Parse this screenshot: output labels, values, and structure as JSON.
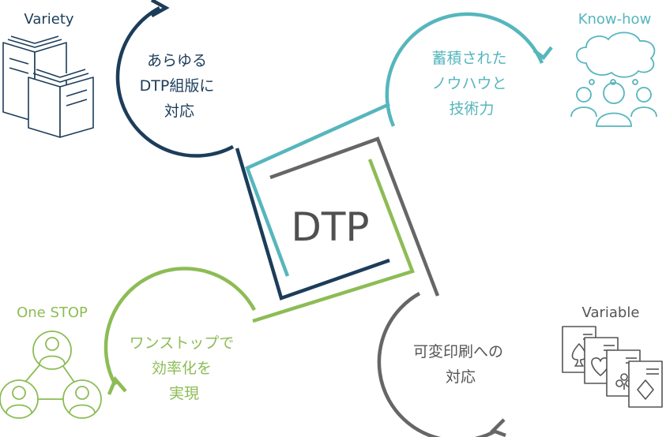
{
  "center": {
    "label": "DTP",
    "color": "#505050"
  },
  "colors": {
    "navy": "#1c3d5a",
    "teal": "#56b6bd",
    "green": "#8dbc55",
    "gray": "#666666"
  },
  "variety": {
    "label": "Variety",
    "icon": "open-books-icon",
    "circle_lines": [
      "あらゆる",
      "DTP組版に",
      "対応"
    ]
  },
  "knowhow": {
    "label": "Know-how",
    "icon": "thought-cloud-people-icon",
    "circle_lines": [
      "蓄積された",
      "ノウハウと",
      "技術力"
    ]
  },
  "onestop": {
    "label": "One STOP",
    "icon": "connected-people-icon",
    "circle_lines": [
      "ワンストップで",
      "効率化を",
      "実現"
    ]
  },
  "variable": {
    "label": "Variable",
    "icon": "playing-cards-documents-icon",
    "circle_lines": [
      "可変印刷への",
      "対応"
    ]
  }
}
